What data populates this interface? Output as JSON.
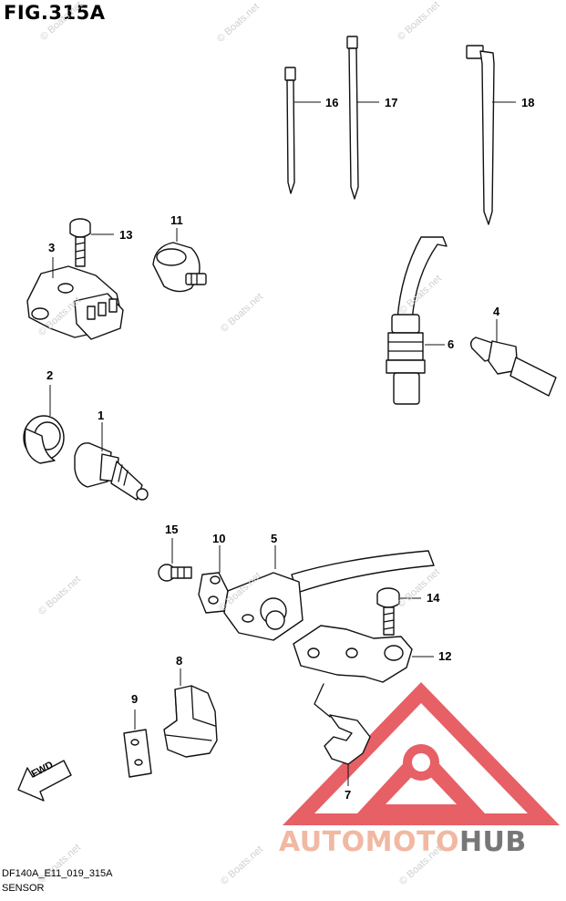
{
  "figure": {
    "title": "FIG.315A"
  },
  "footer": {
    "code": "DF140A_E11_019_315A",
    "caption": "SENSOR"
  },
  "watermark": {
    "text": "© Boats.net"
  },
  "orientation": {
    "label": "FWD"
  },
  "brand": {
    "part1": "AUTOMOTO",
    "part2": "HUB",
    "color_light": "#f1b8a2",
    "color_dark": "#777777",
    "logo_color": "#e2454b"
  },
  "callouts": {
    "c1": "1",
    "c2": "2",
    "c3": "3",
    "c4": "4",
    "c5": "5",
    "c6": "6",
    "c7": "7",
    "c8": "8",
    "c9": "9",
    "c10": "10",
    "c11": "11",
    "c12": "12",
    "c13": "13",
    "c14": "14",
    "c15": "15",
    "c16": "16",
    "c17": "17",
    "c18": "18"
  }
}
